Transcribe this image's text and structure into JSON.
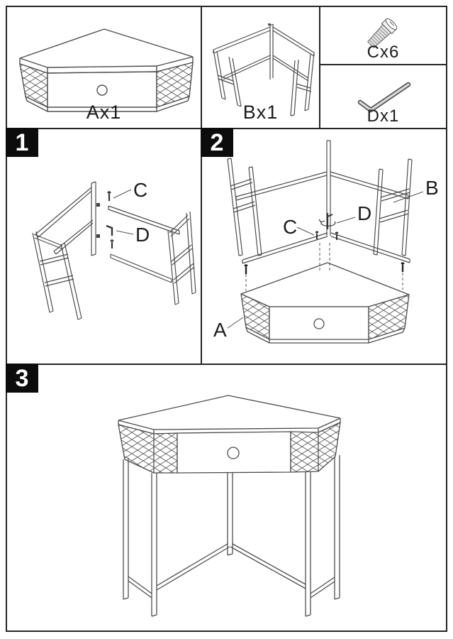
{
  "parts": {
    "part_a": {
      "label": "Ax1"
    },
    "part_b": {
      "label": "Bx1"
    },
    "hardware_c": {
      "label": "Cx6"
    },
    "hardware_d": {
      "label": "Dx1"
    }
  },
  "steps": {
    "step_1": {
      "badge": "1",
      "callout_c": "C",
      "callout_d": "D"
    },
    "step_2": {
      "badge": "2",
      "callout_a": "A",
      "callout_b": "B",
      "callout_c": "C",
      "callout_d": "D"
    },
    "step_3": {
      "badge": "3"
    }
  },
  "icons": {
    "hardware_screw": "screw-icon",
    "hardware_allen_key": "allen-key-icon"
  },
  "colors": {
    "drawing_line": "#4d4d4d",
    "panel_border": "#262626",
    "badge_bg": "#0c0c0c",
    "badge_text": "#ffffff",
    "metal_fill": "#e8e8e8"
  }
}
